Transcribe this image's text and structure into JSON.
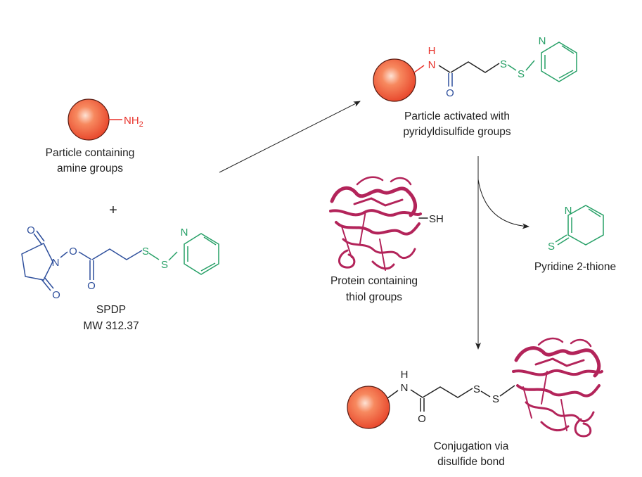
{
  "colors": {
    "amine": "#e8312a",
    "nhs": "#2e4f9c",
    "pyridyl": "#27a067",
    "black": "#222222",
    "particle_edge": "#5a1a10",
    "particle_fill": "#f25a3a",
    "protein": "#b3245a",
    "arrow": "#222222"
  },
  "atoms": {
    "nh2": "NH",
    "nh2_sub": "2",
    "n": "N",
    "o": "O",
    "s": "S",
    "h": "H",
    "sh": "SH"
  },
  "labels": {
    "particle_amine_1": "Particle containing",
    "particle_amine_2": "amine groups",
    "plus": "+",
    "spdp_name": "SPDP",
    "spdp_mw": "MW 312.37",
    "activated_1": "Particle activated with",
    "activated_2": "pyridyldisulfide groups",
    "protein_1": "Protein containing",
    "protein_2": "thiol groups",
    "byproduct": "Pyridine 2-thione",
    "conjugate_1": "Conjugation via",
    "conjugate_2": "disulfide bond"
  }
}
